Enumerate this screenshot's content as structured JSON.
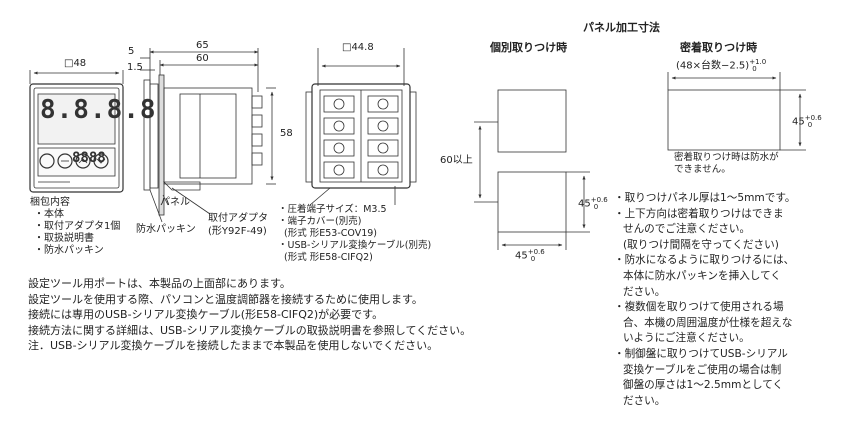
{
  "drawing": {
    "front": {
      "dim_width": "□48"
    },
    "side": {
      "dim_5": "5",
      "dim_65": "65",
      "dim_60": "60",
      "dim_1_5": "1.5",
      "dim_58": "58"
    },
    "rear": {
      "dim_width": "□44.8"
    },
    "front_display": {
      "upper": "8.8.8.8",
      "lower": "8888"
    },
    "callouts": {
      "panel": "パネル",
      "bracket_line1": "取付アダプタ",
      "bracket_line2": "(形Y92F-49)",
      "gasket": "防水パッキン"
    }
  },
  "package_contents": {
    "title": "梱包内容",
    "items": [
      "・本体",
      "・取付アダプタ1個",
      "・取扱説明書",
      "・防水パッキン"
    ]
  },
  "accessories": {
    "lines": [
      "・圧着端子サイズ：M3.5",
      "・端子カバー(別売)",
      "  (形式 形E53-COV19)",
      "・USB-シリアル変換ケーブル(別売)",
      "  (形式 形E58-CIFQ2)"
    ]
  },
  "notes": {
    "lines": [
      "設定ツール用ポートは、本製品の上面部にあります。",
      "設定ツールを使用する際、パソコンと温度調節器を接続するために使用します。",
      "接続には専用のUSB-シリアル変換ケーブル(形E58-CIFQ2)が必要です。",
      "接続方法に関する詳細は、USB-シリアル変換ケーブルの取扱説明書を参照してください。",
      "注．USB-シリアル変換ケーブルを接続したままで本製品を使用しないでください。"
    ]
  },
  "panel_cutout": {
    "title": "パネル加工寸法",
    "individual": {
      "heading": "個別取りつけ時",
      "dim_60": "60以上",
      "dim_45v": "45",
      "dim_45h": "45",
      "tol_plus": "+0.6",
      "tol_zero": "0"
    },
    "grouped": {
      "heading": "密着取りつけ時",
      "formula": "(48×台数−2.5)",
      "formula_tol_plus": "+1.0",
      "formula_tol_zero": "0",
      "dim_45": "45",
      "tol_plus": "+0.6",
      "tol_zero": "0",
      "note_line1": "密着取りつけ時は防水が",
      "note_line2": "できません。"
    }
  },
  "bullets": {
    "lines": [
      "・取りつけパネル厚は1～5mmです。",
      "・上下方向は密着取りつけはできま",
      "  せんのでご注意ください。",
      "  (取りつけ間隔を守ってください)",
      "・防水になるように取りつけるには、",
      "  本体に防水パッキンを挿入してく",
      "  ださい。",
      "・複数個を取りつけて使用される場",
      "  合、本機の周囲温度が仕様を超えな",
      "  いようにご注意ください。",
      "・制御盤に取りつけてUSB-シリアル",
      "  変換ケーブルをご使用の場合は制",
      "  御盤の厚さは1～2.5mmとしてく",
      "  ださい。"
    ]
  }
}
